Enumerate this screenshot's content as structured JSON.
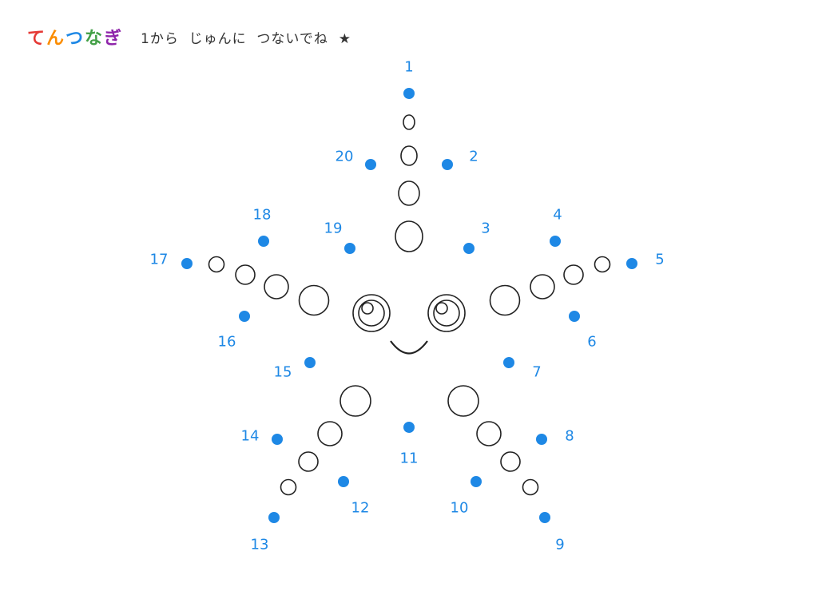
{
  "header": {
    "logo_text": "てんつなぎ",
    "instruction": "1から  じゅんに  つないでね  ★"
  },
  "colors": {
    "dot": "#1e88e5",
    "label": "#1e88e5",
    "outline": "#222222",
    "logo_letters": [
      "#e53935",
      "#fb8c00",
      "#1e88e5",
      "#43a047",
      "#8e24aa"
    ]
  },
  "dots": [
    {
      "n": "1"
    },
    {
      "n": "2"
    },
    {
      "n": "3"
    },
    {
      "n": "4"
    },
    {
      "n": "5"
    },
    {
      "n": "6"
    },
    {
      "n": "7"
    },
    {
      "n": "8"
    },
    {
      "n": "9"
    },
    {
      "n": "10"
    },
    {
      "n": "11"
    },
    {
      "n": "12"
    },
    {
      "n": "13"
    },
    {
      "n": "14"
    },
    {
      "n": "15"
    },
    {
      "n": "16"
    },
    {
      "n": "17"
    },
    {
      "n": "18"
    },
    {
      "n": "19"
    },
    {
      "n": "20"
    }
  ]
}
